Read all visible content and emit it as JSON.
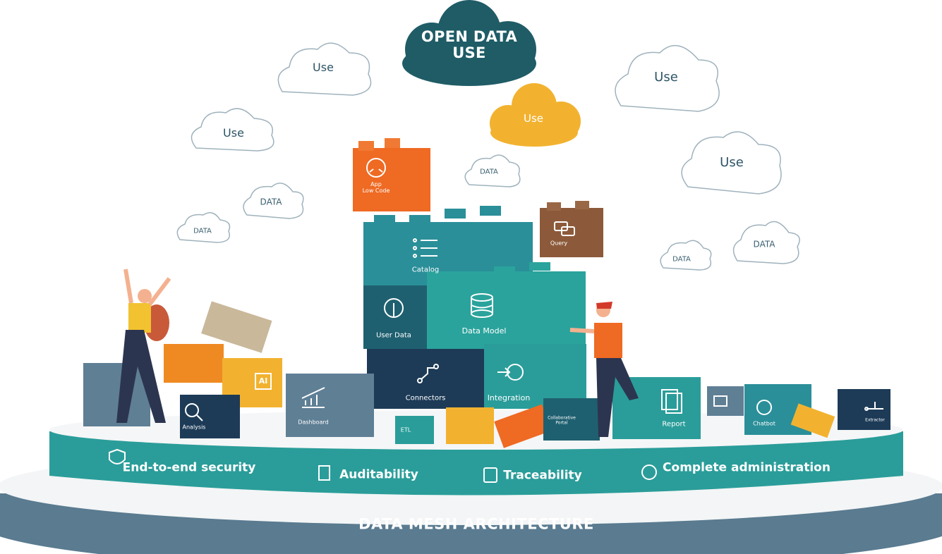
{
  "header": {
    "main_cloud": "OPEN DATA\nUSE"
  },
  "clouds": {
    "use_1": "Use",
    "use_2": "Use",
    "use_3": "Use",
    "use_4": "Use",
    "use_orange": "Use",
    "data_1": "DATA",
    "data_2": "DATA",
    "data_3": "DATA",
    "data_4": "DATA",
    "data_5": "DATA"
  },
  "blocks": {
    "app_low_code": "App\nLow Code",
    "catalog": "Catalog",
    "query": "Query",
    "user_data": "User Data",
    "data_model": "Data Model",
    "connectors": "Connectors",
    "integration": "Integration",
    "etl": "ETL",
    "collaborative_portal": "Collaborative\nPortal",
    "report": "Report",
    "chatbot": "Chatbot",
    "extractor": "Extractor",
    "dashboard": "Dashboard",
    "analysis": "Analysis",
    "ai": "AI"
  },
  "features": [
    {
      "label": "End-to-end security",
      "icon": "shield-lock-icon"
    },
    {
      "label": "Auditability",
      "icon": "document-search-icon"
    },
    {
      "label": "Traceability",
      "icon": "fingerprint-icon"
    },
    {
      "label": "Complete administration",
      "icon": "gear-network-icon"
    }
  ],
  "footer": {
    "title": "DATA MESH ARCHITECTURE"
  },
  "colors": {
    "teal": "#2a9d9a",
    "dark_teal": "#1f6f78",
    "navy": "#1d3b57",
    "slate": "#5f7f95",
    "orange": "#ef6a23",
    "yellow": "#f2b230",
    "brown": "#8c5a3a",
    "beige": "#c9b89a"
  }
}
